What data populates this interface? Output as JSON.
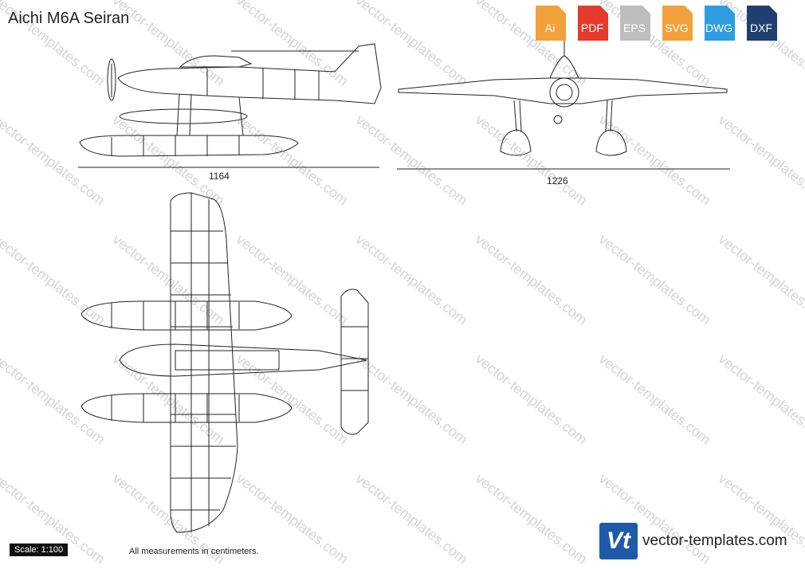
{
  "title": "Aichi M6A Seiran",
  "formats": [
    {
      "label": "Ai",
      "color": "#f2a13a"
    },
    {
      "label": "PDF",
      "color": "#e53b2c"
    },
    {
      "label": "EPS",
      "color": "#bdbdbd"
    },
    {
      "label": "SVG",
      "color": "#f2a13a"
    },
    {
      "label": "DWG",
      "color": "#2d9de0"
    },
    {
      "label": "DXF",
      "color": "#1f3f6e"
    }
  ],
  "dimensions": {
    "side_length": "1164",
    "front_span": "1226"
  },
  "scale_label": "Scale: 1:100",
  "measurement_note": "All measurements in centimeters.",
  "brand": {
    "logo_text": "Vt",
    "site": "vector-templates.com",
    "color": "#1e5aa8"
  },
  "watermark_text": "vector-templates.com"
}
